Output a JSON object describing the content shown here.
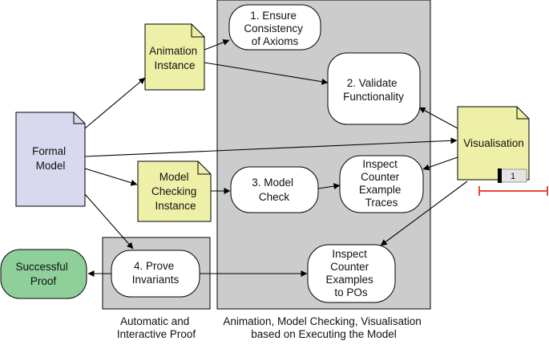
{
  "nodes": {
    "formal_model": [
      "Formal",
      "Model"
    ],
    "animation_instance": [
      "Animation",
      "Instance"
    ],
    "model_checking_instance": [
      "Model",
      "Checking",
      "Instance"
    ],
    "visualisation": [
      "Visualisation"
    ],
    "successful_proof": [
      "Successful",
      "Proof"
    ],
    "ensure_consistency": [
      "1. Ensure",
      "Consistency",
      "of Axioms"
    ],
    "validate_functionality": [
      "2. Validate",
      "Functionality"
    ],
    "model_check": [
      "3. Model",
      "Check"
    ],
    "inspect_traces": [
      "Inspect",
      "Counter",
      "Example",
      "Traces"
    ],
    "prove_invariants": [
      "4. Prove",
      "Invariants"
    ],
    "inspect_pos": [
      "Inspect",
      "Counter",
      "Examples",
      "to POs"
    ]
  },
  "captions": {
    "proof_region": [
      "Automatic and",
      "Interactive Proof"
    ],
    "animation_region": [
      "Animation, Model Checking, Visualisation",
      "based on Executing the Model"
    ]
  },
  "visualisation_widget": {
    "value": "1"
  },
  "colors": {
    "region_fill": "#cccccc",
    "yellow_doc": "#eef0a8",
    "lavender_doc": "#d8d8ee",
    "green_proof": "#8fcf9a",
    "slider_red": "#e8463c"
  }
}
